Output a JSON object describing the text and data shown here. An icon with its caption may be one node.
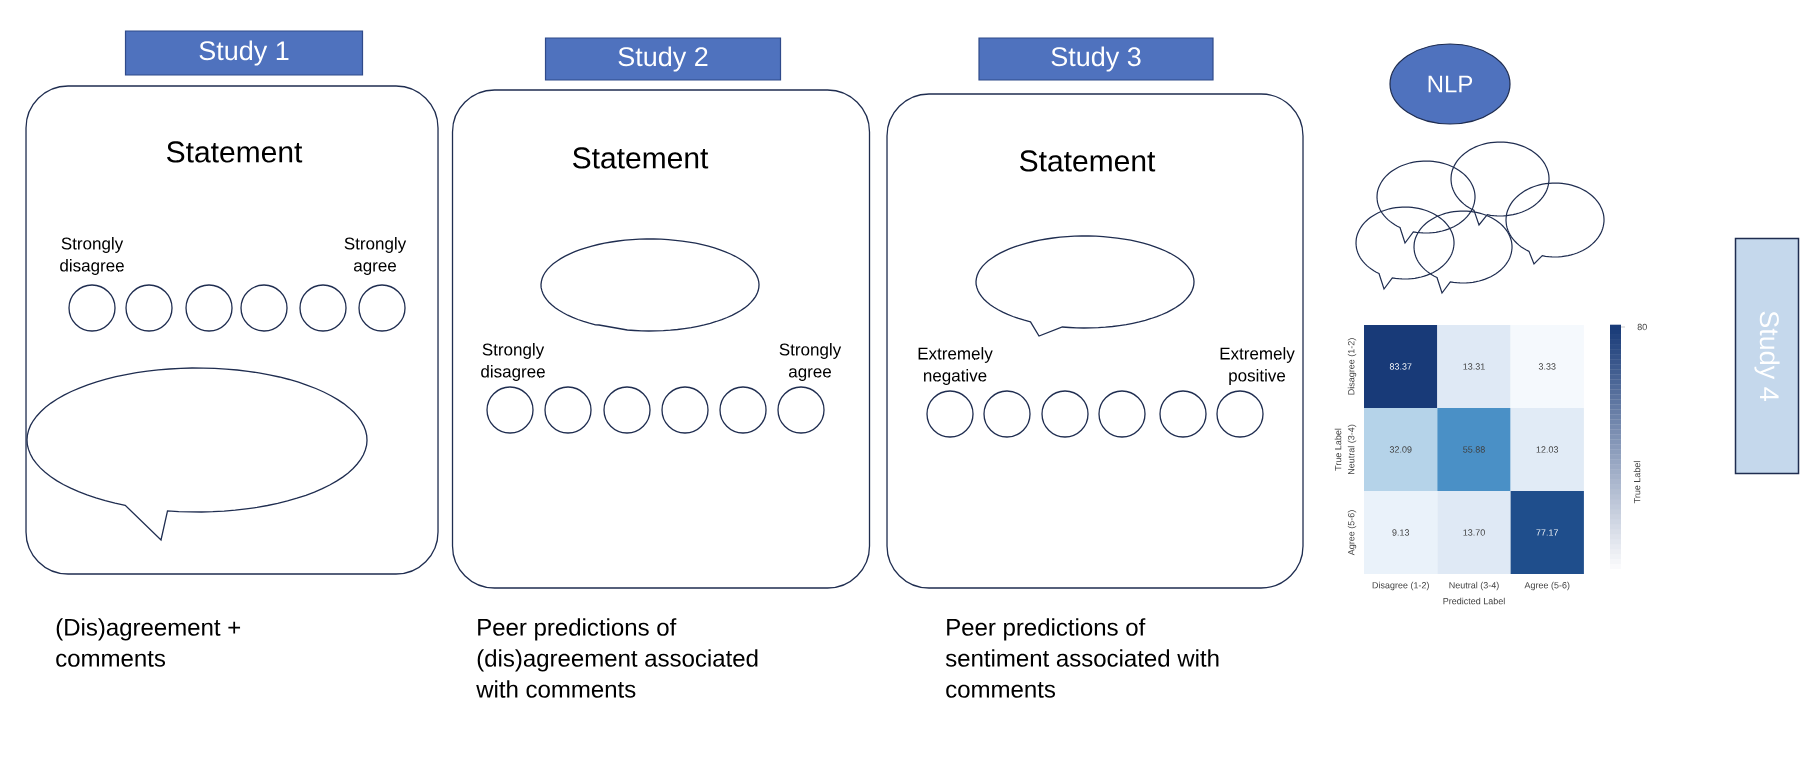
{
  "diagram": {
    "nodes": [
      {
        "text": [
          "Study 1"
        ]
      },
      {
        "text": [
          "Statement"
        ]
      },
      {
        "text": [],
        "shape": "bubble",
        "in": 1
      },
      {
        "text": [
          "Study 2"
        ]
      },
      {
        "text": [
          "Statement"
        ]
      },
      {
        "text": [],
        "shape": "bubble",
        "in": 4
      },
      {
        "text": [
          "Study 3"
        ]
      },
      {
        "text": [
          "Statement"
        ]
      },
      {
        "text": [],
        "shape": "bubble",
        "in": 7
      },
      {
        "text": [
          "NLP"
        ]
      },
      {
        "text": [
          "Study 4"
        ]
      }
    ],
    "labels": [
      "Strongly disagree",
      "Strongly agree",
      "Strongly disagree",
      "Strongly agree",
      "Extremely negative",
      "Extremely positive",
      "Disagree (1-2)",
      "83.37",
      "13.31",
      "3.33",
      "80",
      "True Label",
      "Neutral (3-4)",
      "32.09",
      "55.88",
      "12.03",
      "True Label",
      "Agree (5-6)",
      "9.13",
      "13.70",
      "77.17",
      "Disagree (1-2)",
      "Neutral (3-4)",
      "Agree (5-6)",
      "Predicted Label",
      "(Dis)agreement + comments",
      "Peer predictions of (dis)agreement associated with comments",
      "Peer predictions of sentiment associated with comments"
    ]
  }
}
